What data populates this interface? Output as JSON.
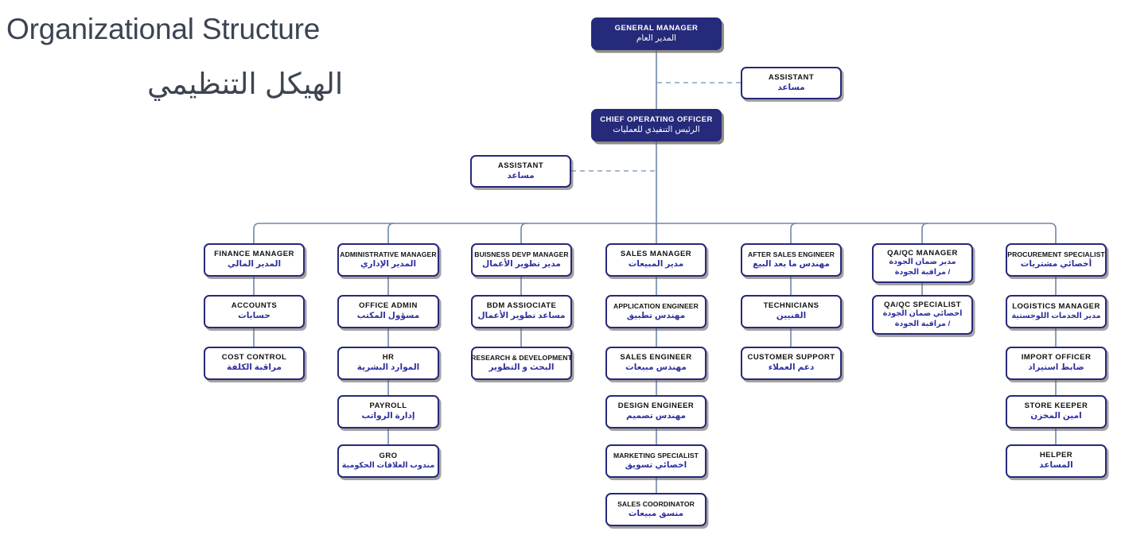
{
  "title": {
    "english": "Organizational Structure",
    "arabic": "الهيكل التنظيمي"
  },
  "colors": {
    "node_border": "#262a7a",
    "node_fill": "#ffffff",
    "executive_fill": "#262a7a",
    "english_text": "#111111",
    "arabic_text": "#2d31a0",
    "connector": "#6f87a6",
    "dashed_connector": "#8aa0c0",
    "title_text": "#3b4452"
  },
  "chart_data": {
    "type": "org-chart",
    "executive": [
      {
        "id": "gm",
        "en": "GENERAL MANAGER",
        "ar": "المدير العام",
        "style": "filled"
      },
      {
        "id": "coo",
        "en": "CHIEF OPERATING OFFICER",
        "ar": "الرئيس التنفيذي للعمليات",
        "style": "filled"
      }
    ],
    "assistants": [
      {
        "id": "assistant-gm",
        "en": "ASSISTANT",
        "ar": "مساعد",
        "reports_to": "gm"
      },
      {
        "id": "assistant-coo",
        "en": "ASSISTANT",
        "ar": "مساعد",
        "reports_to": "coo"
      }
    ],
    "departments": [
      {
        "id": "finance",
        "nodes": [
          {
            "en": "FINANCE MANAGER",
            "ar": "المدير المالي"
          },
          {
            "en": "ACCOUNTS",
            "ar": "حسابات"
          },
          {
            "en": "COST CONTROL",
            "ar": "مراقبة الكلفة"
          }
        ]
      },
      {
        "id": "administrative",
        "nodes": [
          {
            "en": "ADMINISTRATIVE  MANAGER",
            "ar": "المدير الإداري"
          },
          {
            "en": "OFFICE ADMIN",
            "ar": "مسؤول المكتب"
          },
          {
            "en": "HR",
            "ar": "الموارد البشرية"
          },
          {
            "en": "PAYROLL",
            "ar": "إدارة الرواتب"
          },
          {
            "en": "GRO",
            "ar": "مندوب العلاقات الحكومية"
          }
        ]
      },
      {
        "id": "business-development",
        "nodes": [
          {
            "en": "BUISNESS DEVP MANAGER",
            "ar": "مدير تطوير الأعمال"
          },
          {
            "en": "BDM ASSIOCIATE",
            "ar": "مساعد تطوير الأعمال"
          },
          {
            "en": "RESEARCH & DEVELOPMENT",
            "ar": "البحث و التطوير"
          }
        ]
      },
      {
        "id": "sales",
        "nodes": [
          {
            "en": "SALES MANAGER",
            "ar": "مدير المبيعات"
          },
          {
            "en": "APPLICATION ENGINEER",
            "ar": "مهندس تطبيق"
          },
          {
            "en": "SALES ENGINEER",
            "ar": "مهندس مبيعات"
          },
          {
            "en": "DESIGN ENGINEER",
            "ar": "مهندس تصميم"
          },
          {
            "en": "MARKETING SPECIALIST",
            "ar": "اخصائي تسويق"
          },
          {
            "en": "SALES COORDINATOR",
            "ar": "منسق مبيعات"
          }
        ]
      },
      {
        "id": "after-sales",
        "nodes": [
          {
            "en": "AFTER SALES ENGINEER",
            "ar": "مهندس ما بعد البيع"
          },
          {
            "en": "TECHNICIANS",
            "ar": "الفنيين"
          },
          {
            "en": "CUSTOMER SUPPORT",
            "ar": "دعم العملاء"
          }
        ]
      },
      {
        "id": "qa-qc",
        "nodes": [
          {
            "en": "QA/QC MANAGER",
            "ar": "مدير ضمان الجودة",
            "ar2": "/ مراقبة الجودة"
          },
          {
            "en": "QA/QC SPECIALIST",
            "ar": "اخصائي ضمان الجودة",
            "ar2": "/ مراقبة الجودة"
          }
        ]
      },
      {
        "id": "procurement",
        "nodes": [
          {
            "en": "PROCUREMENT SPECIALIST",
            "ar": "أخصائي مشتريات"
          },
          {
            "en": "LOGISTICS MANAGER",
            "ar": "مدير الخدمات اللوجستية"
          },
          {
            "en": "IMPORT OFFICER",
            "ar": "ضابط استيراد"
          },
          {
            "en": "STORE KEEPER",
            "ar": "امين المخزن"
          },
          {
            "en": "HELPER",
            "ar": "المساعد"
          }
        ]
      }
    ]
  }
}
